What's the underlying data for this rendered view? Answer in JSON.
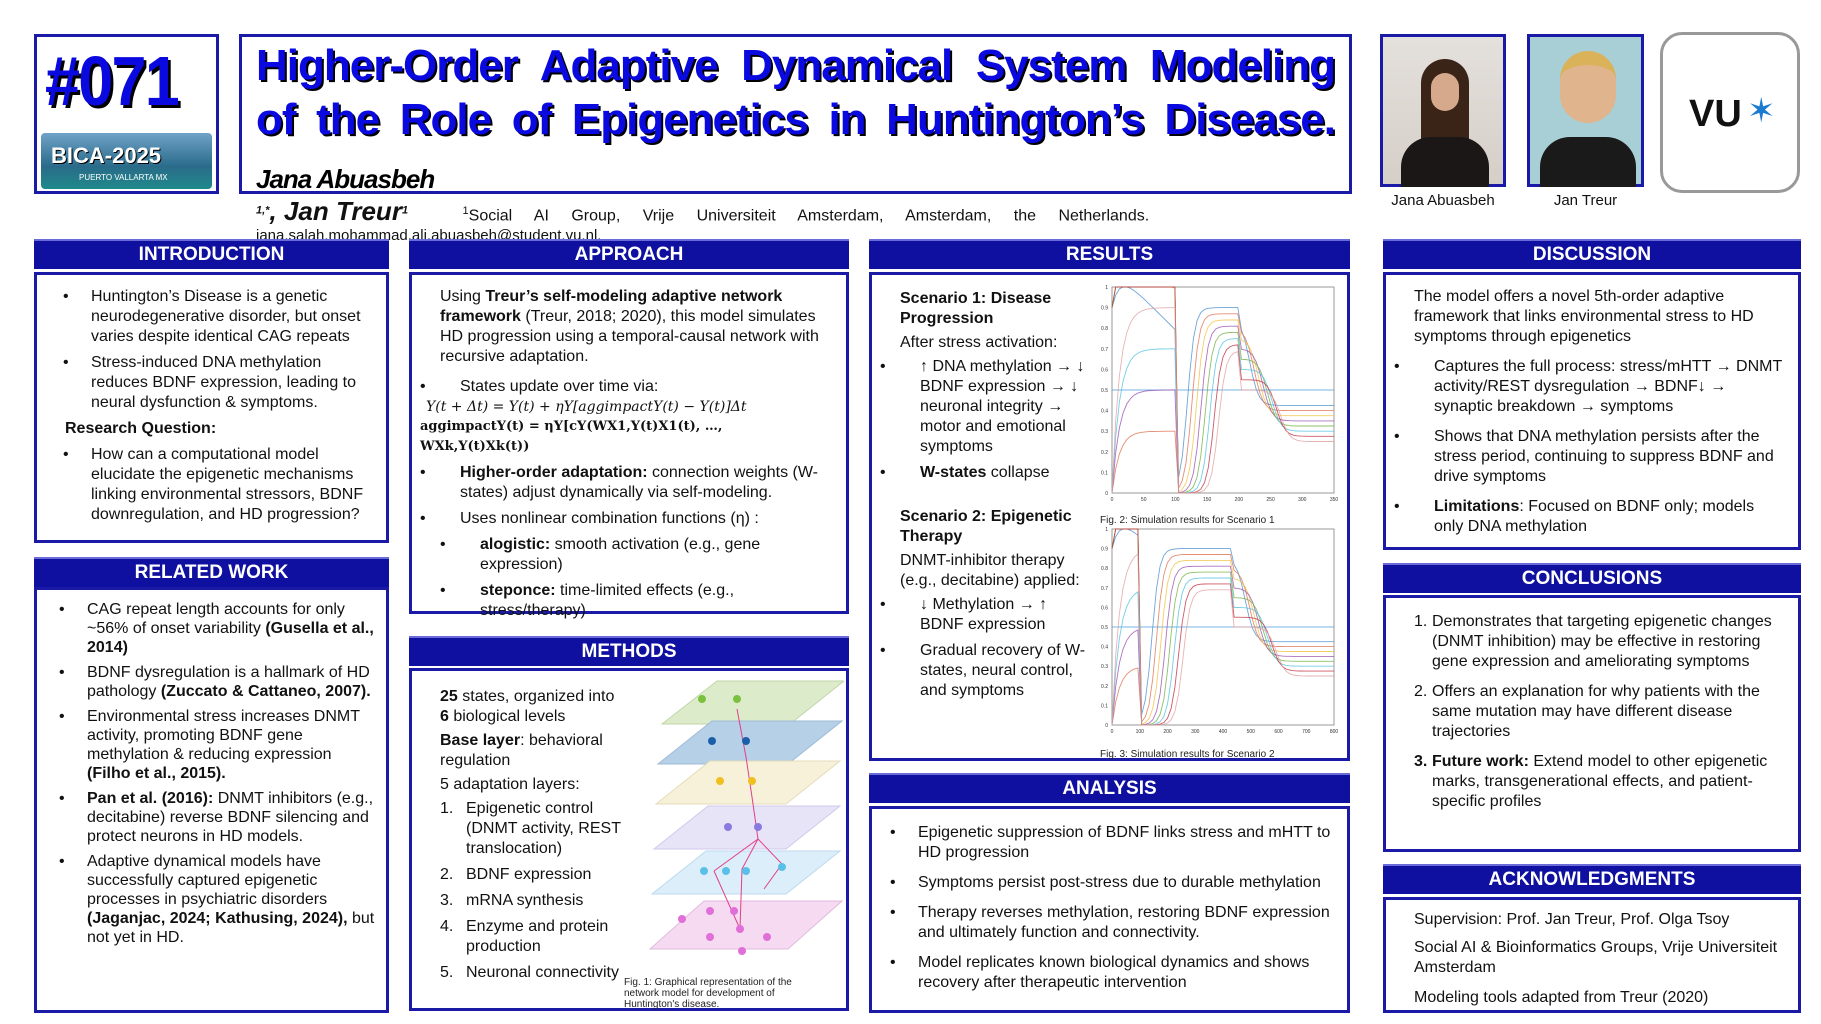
{
  "header": {
    "poster_number": "#071",
    "conference_logo": "BICA-2025",
    "conference_location": "PUERTO VALLARTA MX",
    "title": "Higher-Order Adaptive Dynamical System Modeling of the Role of Epigenetics in Huntington’s Disease.",
    "authors": "Jana Abuasbeh",
    "author1_sup": "1,*",
    "author2": ", Jan Treur",
    "author2_sup": "1",
    "affiliation_sup": "1",
    "affiliation": "Social AI Group, Vrije Universiteit Amsterdam, Amsterdam, the Netherlands.",
    "email": "jana.salah.mohammad.ali.abuasbeh@student.vu.nl.",
    "photo1_caption": "Jana Abuasbeh",
    "photo2_caption": "Jan Treur",
    "logo": "VU"
  },
  "introduction": {
    "heading": "INTRODUCTION",
    "bullets": [
      "Huntington’s Disease is a genetic neurodegenerative disorder, but onset varies despite identical CAG repeats",
      "Stress-induced DNA methylation reduces BDNF expression, leading to neural dysfunction & symptoms."
    ],
    "rq_label": "Research Question:",
    "rq": "How can a computational model elucidate the epigenetic mechanisms linking environmental stressors, BDNF downregulation, and HD progression?"
  },
  "related": {
    "heading": "RELATED WORK",
    "items": [
      {
        "text": "CAG repeat length accounts for only ~56% of onset variability ",
        "cite": "(Gusella et al., 2014)"
      },
      {
        "text": "BDNF dysregulation is a hallmark of HD pathology ",
        "cite": "(Zuccato & Cattaneo, 2007)."
      },
      {
        "text": "Environmental stress increases DNMT activity, promoting BDNF gene methylation & reducing expression ",
        "cite": "(Filho et al., 2015)."
      },
      {
        "lead": "Pan et al. (2016):",
        "text": " DNMT inhibitors (e.g., decitabine) reverse BDNF silencing and protect neurons in HD models."
      },
      {
        "text": "Adaptive dynamical models have successfully captured epigenetic processes in psychiatric disorders ",
        "cite": "(Jaganjac, 2024; Kathusing, 2024),",
        "tail": " but not yet in HD."
      }
    ]
  },
  "approach": {
    "heading": "APPROACH",
    "intro_a": "Using ",
    "intro_b": "Treur’s self-modeling adaptive network framework",
    "intro_c": " (Treur, 2018; 2020), this model simulates HD progression using a temporal-causal network with recursive adaptation.",
    "b1": "States update over time via:",
    "eq1": "Y(t + Δt) = Y(t) + ηY[aggimpactY(t) − Y(t)]Δt",
    "eq2": "aggimpactY(t) = ηY[cY(WX1,Y(t)X1(t), …, WXk,Y(t)Xk(t))",
    "b2_bold": "Higher-order adaptation:",
    "b2": " connection weights (W-states) adjust dynamically via self-modeling.",
    "b3": "Uses nonlinear combination functions (η) :",
    "sub1_bold": "alogistic:",
    "sub1": " smooth activation (e.g., gene expression)",
    "sub2_bold": "steponce:",
    "sub2": " time-limited effects (e.g., stress/therapy)"
  },
  "methods": {
    "heading": "METHODS",
    "l1_bold": "25",
    "l1": " states, organized into",
    "l2_bold": "6",
    "l2": " biological levels",
    "l3_bold": "Base layer",
    "l3": ": behavioral regulation",
    "l4": "5 adaptation layers:",
    "layers": [
      "Epigenetic control (DNMT activity, REST translocation)",
      "BDNF expression",
      "mRNA synthesis",
      "Enzyme and protein production",
      "Neuronal connectivity"
    ],
    "fig_caption": "Fig. 1: Graphical representation of the network model for development of Huntington's disease."
  },
  "results": {
    "heading": "RESULTS",
    "s1_title": "Scenario 1: Disease Progression",
    "s1_intro": "After stress activation:",
    "s1_b1": "↑ DNA methylation → ↓ BDNF expression → ↓ neuronal integrity → motor and emotional symptoms",
    "s1_b2_bold": "W-states",
    "s1_b2": " collapse",
    "s2_title": "Scenario 2: Epigenetic Therapy",
    "s2_intro": "DNMT-inhibitor therapy (e.g., decitabine) applied:",
    "s2_b1": "↓ Methylation → ↑ BDNF expression",
    "s2_b2": "Gradual recovery of W-states, neural control, and symptoms",
    "fig2_caption": "Fig. 2: Simulation results for Scenario 1",
    "fig3_caption": "Fig. 3: Simulation results for Scenario 2",
    "fig2_xticks": [
      "0",
      "50",
      "100",
      "150",
      "200",
      "250",
      "300",
      "350"
    ],
    "fig3_xticks": [
      "0",
      "100",
      "200",
      "300",
      "400",
      "500",
      "600",
      "700",
      "800"
    ],
    "yticks": [
      "0",
      "0.1",
      "0.2",
      "0.3",
      "0.4",
      "0.5",
      "0.6",
      "0.7",
      "0.8",
      "0.9",
      "1"
    ]
  },
  "analysis": {
    "heading": "ANALYSIS",
    "bullets": [
      "Epigenetic suppression of BDNF links stress and mHTT to HD progression",
      "Symptoms persist post-stress due to durable methylation",
      "Therapy reverses methylation, restoring BDNF expression and ultimately function and connectivity.",
      "Model replicates known biological dynamics and shows recovery after therapeutic intervention"
    ]
  },
  "discussion": {
    "heading": "DISCUSSION",
    "intro": "The model offers a novel 5th-order adaptive framework that links environmental stress to HD symptoms through epigenetics",
    "b1": "Captures the full process: stress/mHTT → DNMT activity/REST dysregulation → BDNF↓ → synaptic breakdown → symptoms",
    "b2": "Shows that DNA methylation persists after the stress period, continuing to suppress BDNF and drive symptoms",
    "b3_bold": "Limitations",
    "b3": ": Focused on BDNF only; models only DNA methylation"
  },
  "conclusions": {
    "heading": "CONCLUSIONS",
    "c1": "Demonstrates that targeting epigenetic changes (DNMT inhibition) may be effective in restoring gene expression and ameliorating symptoms",
    "c2": "Offers an explanation for why patients with the same mutation may have different disease trajectories",
    "c3_bold": "Future work:",
    "c3": " Extend model to other epigenetic marks, transgenerational effects, and patient-specific profiles"
  },
  "acknowledgments": {
    "heading": "ACKNOWLEDGMENTS",
    "lines": [
      "Supervision: Prof. Jan Treur, Prof. Olga Tsoy",
      "Social AI & Bioinformatics Groups, Vrije Universiteit Amsterdam",
      "Modeling tools adapted from Treur (2020)"
    ]
  }
}
